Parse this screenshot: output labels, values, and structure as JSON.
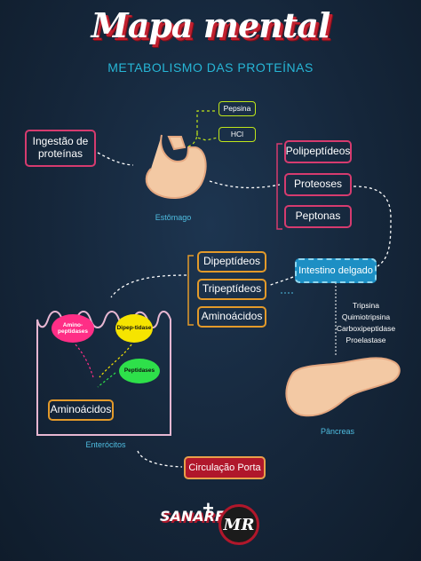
{
  "header": {
    "title": "Mapa mental",
    "subtitle": "METABOLISMO DAS PROTEÍNAS"
  },
  "nodes": {
    "ingestao": "Ingestão de proteínas",
    "pepsina": "Pepsina",
    "hcl": "HCl",
    "estomago": "Estômago",
    "polipeptideos": "Polipeptídeos",
    "proteoses": "Proteoses",
    "peptonas": "Peptonas",
    "intestino": "Intestino delgado",
    "dipeptideos": "Dipeptídeos",
    "tripeptideos": "Tripeptídeos",
    "aminoacidos": "Aminoácidos",
    "aminopeptidases": "Amino-peptidases",
    "dipeptidase": "Dipep-tidase",
    "peptidases": "Peptidases",
    "aminoacidos_celula": "Aminoácidos",
    "enterocitos": "Enterócitos",
    "circulacao": "Circulação Porta",
    "pancreas": "Pâncreas"
  },
  "enzimas_pancreaticas": [
    "Tripsina",
    "Quimiotripsina",
    "Carboxipeptidase",
    "Proelastase"
  ],
  "footer": {
    "logo_sanar": "SANARFLIX",
    "plus": "+",
    "logo_mr": "MR"
  },
  "colors": {
    "accent_red": "#b0172b",
    "pink_border": "#d63b6f",
    "orange_border": "#e39a2a",
    "cyan": "#27b6d6",
    "lime": "#bfe61a"
  }
}
